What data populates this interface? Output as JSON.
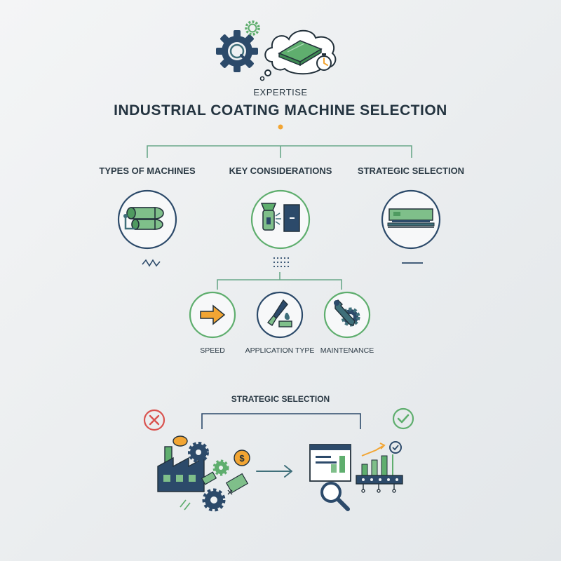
{
  "header": {
    "eyebrow": "EXPERTISE",
    "title": "INDUSTRIAL COATING MACHINE SELECTION"
  },
  "categories": [
    {
      "label": "TYPES OF MACHINES",
      "icon": "roller-machine-icon"
    },
    {
      "label": "KEY CONSIDERATIONS",
      "icon": "spray-nozzle-icon"
    },
    {
      "label": "STRATEGIC SELECTION",
      "icon": "coater-press-icon"
    }
  ],
  "considerations": [
    {
      "label": "SPEED",
      "icon": "arrow-right-icon"
    },
    {
      "label": "APPLICATION TYPE",
      "icon": "brush-droplet-icon"
    },
    {
      "label": "MAINTENANCE",
      "icon": "wrench-gear-icon"
    }
  ],
  "strategic": {
    "label": "STRATEGIC SELECTION",
    "bad_icon": "cross-circle-icon",
    "good_icon": "check-circle-icon"
  },
  "colors": {
    "green": "#5fae6e",
    "teal": "#3f6f7a",
    "navy": "#2c4a6a",
    "orange": "#f2a533",
    "red": "#d9534f",
    "line": "#6aa88a"
  }
}
